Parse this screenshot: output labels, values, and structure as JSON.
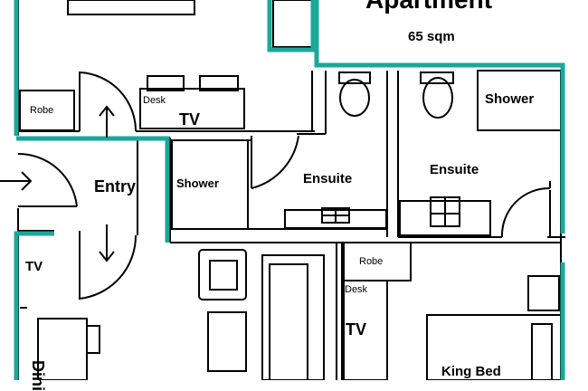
{
  "plan": {
    "title": "Apartment",
    "area": "65 sqm",
    "accent_color": "#1aa89a",
    "labels": {
      "robe_left": "Robe",
      "desk_top": "Desk",
      "tv_top": "TV",
      "entry": "Entry",
      "shower_left": "Shower",
      "ensuite_left": "Ensuite",
      "ensuite_right": "Ensuite",
      "shower_right": "Shower",
      "tv_living": "TV",
      "dining": "Dini",
      "robe_bottom": "Robe",
      "desk_bottom": "Desk",
      "tv_bottom": "TV",
      "king_bed": "King Bed"
    }
  }
}
